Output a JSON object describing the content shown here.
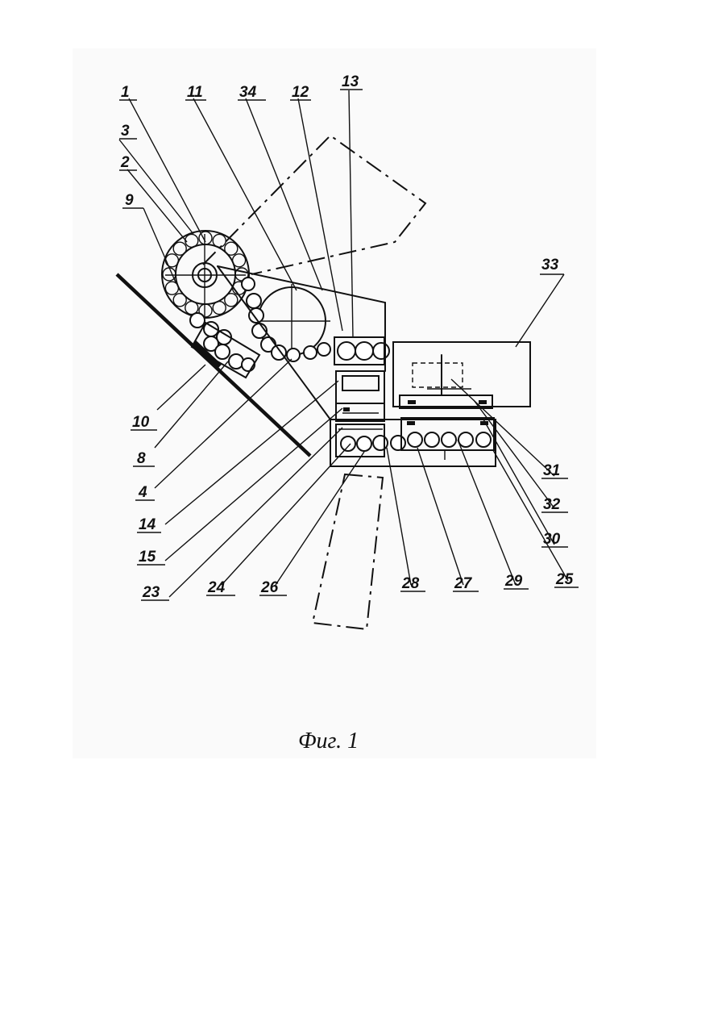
{
  "figure": {
    "caption": "Фиг. 1",
    "labels": {
      "l1": "1",
      "l2": "2",
      "l3": "3",
      "l4": "4",
      "l8": "8",
      "l9": "9",
      "l10": "10",
      "l11": "11",
      "l12": "12",
      "l13": "13",
      "l14": "14",
      "l15": "15",
      "l23": "23",
      "l24": "24",
      "l25": "25",
      "l26": "26",
      "l27": "27",
      "l28": "28",
      "l29": "29",
      "l30": "30",
      "l31": "31",
      "l32": "32",
      "l33": "33",
      "l34": "34"
    }
  }
}
